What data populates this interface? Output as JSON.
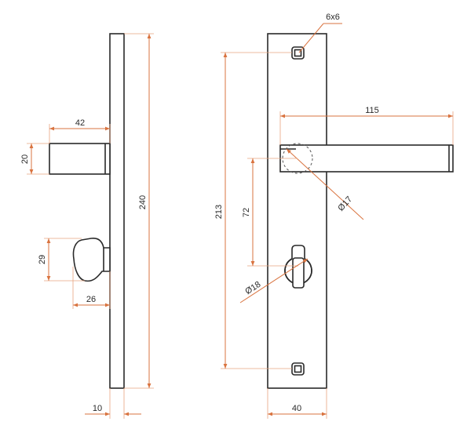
{
  "side_view": {
    "dim_handle_projection": "42",
    "dim_handle_height": "20",
    "dim_knob_height": "29",
    "dim_knob_projection": "26",
    "dim_plate_height": "240",
    "dim_plate_thickness": "10"
  },
  "front_view": {
    "dim_square_spindle": "6x6",
    "dim_lever_length": "115",
    "dim_lever_diameter": "Ø17",
    "dim_spindle_distance": "72",
    "dim_screw_distance": "213",
    "dim_turn_diameter": "Ø18",
    "dim_plate_width": "40"
  },
  "colors": {
    "outline": "#2a2a2a",
    "dimension": "#d9733f"
  }
}
